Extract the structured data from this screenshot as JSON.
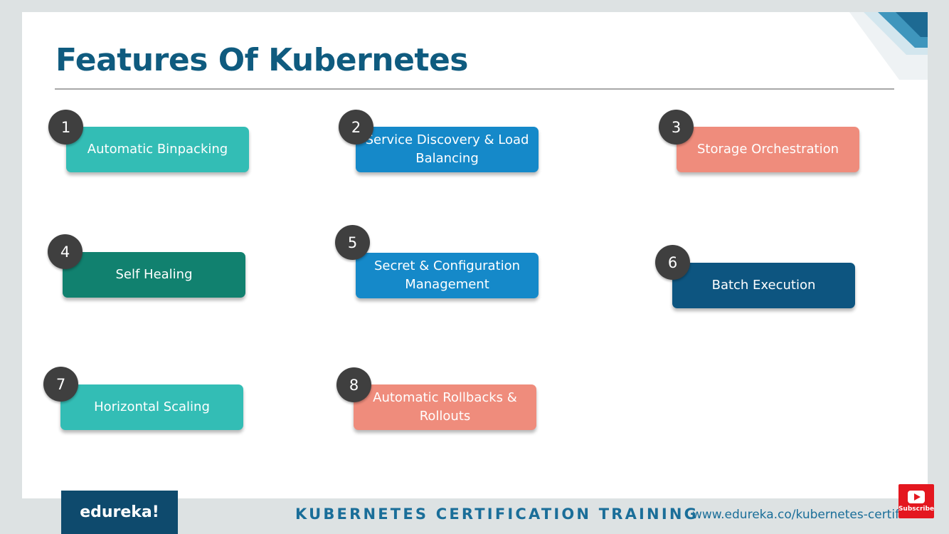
{
  "slide": {
    "title": "Features Of Kubernetes"
  },
  "features": [
    {
      "number": "1",
      "label": "Automatic Binpacking",
      "color": "#33bdb5"
    },
    {
      "number": "2",
      "label": "Service Discovery & Load Balancing",
      "color": "#1589c9"
    },
    {
      "number": "3",
      "label": "Storage Orchestration",
      "color": "#ef8c7c"
    },
    {
      "number": "4",
      "label": "Self Healing",
      "color": "#11816f"
    },
    {
      "number": "5",
      "label": "Secret & Configuration Management",
      "color": "#1589c9"
    },
    {
      "number": "6",
      "label": "Batch Execution",
      "color": "#0d5580"
    },
    {
      "number": "7",
      "label": "Horizontal Scaling",
      "color": "#33bdb5"
    },
    {
      "number": "8",
      "label": "Automatic Rollbacks & Rollouts",
      "color": "#ef8c7c"
    }
  ],
  "footer": {
    "brand": "edureka!",
    "course_title": "KUBERNETES CERTIFICATION TRAINING",
    "url": "www.edureka.co/kubernetes-certification"
  },
  "subscribe": {
    "label": "Subscribe",
    "icon": "youtube-play-icon",
    "color": "#e4171f"
  }
}
